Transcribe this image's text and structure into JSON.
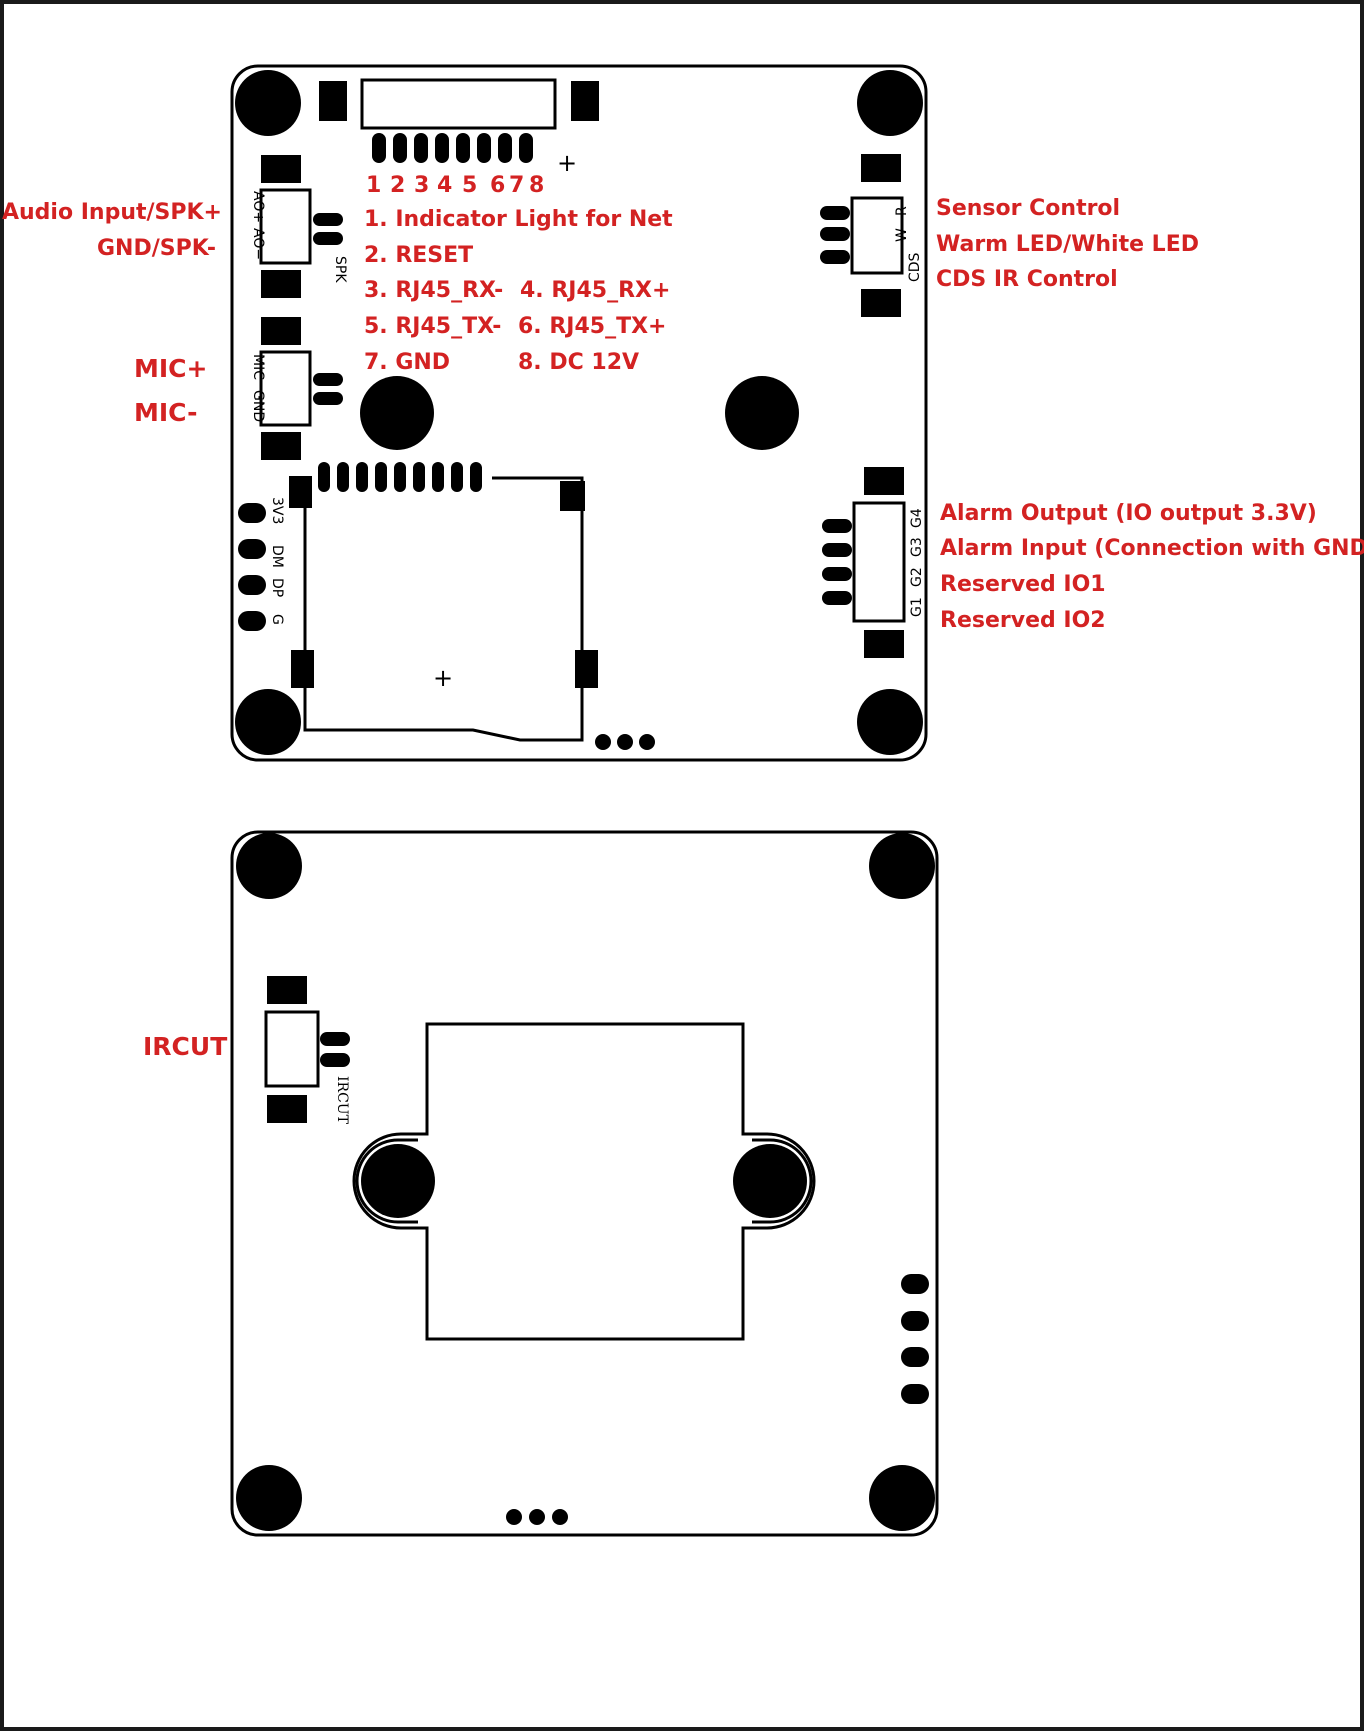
{
  "board_top": {
    "pin_numbers": [
      "1",
      "2",
      "3",
      "4",
      "5",
      "6",
      "7",
      "8"
    ],
    "connector_pins": [
      {
        "text": "1. Indicator Light for Net"
      },
      {
        "text": "2. RESET"
      },
      {
        "text": "3. RJ45_RX-"
      },
      {
        "text": "4. RJ45_RX+"
      },
      {
        "text": "5. RJ45_TX-"
      },
      {
        "text": "6. RJ45_TX+"
      },
      {
        "text": "7. GND"
      },
      {
        "text": "8. DC 12V"
      }
    ],
    "left_labels": {
      "audio_in": "Audio Input/SPK+",
      "gnd_spk": "GND/SPK-",
      "mic_plus": "MIC+",
      "mic_minus": "MIC-"
    },
    "right_labels": {
      "sensor_control": "Sensor Control",
      "warm_led": "Warm LED/White LED",
      "cds_ir": "CDS IR Control",
      "alarm_output": "Alarm Output (IO output 3.3V)",
      "alarm_input": "Alarm Input (Connection with GND)",
      "reserved_io1": "Reserved IO1",
      "reserved_io2": "Reserved IO2"
    },
    "silkscreen": {
      "ao_plus": "AO+",
      "ao_minus": "AO−",
      "spk": "SPK",
      "mic": "MIC",
      "gnd": "GND",
      "v3": "3V3",
      "dm": "DM",
      "dp": "DP",
      "g": "G",
      "r": "R",
      "w": "W",
      "cds": "CDS",
      "g4": "G4",
      "g3": "G3",
      "g2": "G2",
      "g1": "G1",
      "plus": "+"
    }
  },
  "board_bottom": {
    "ircut_label": "IRCUT",
    "ircut_silk": "IRCUT"
  }
}
